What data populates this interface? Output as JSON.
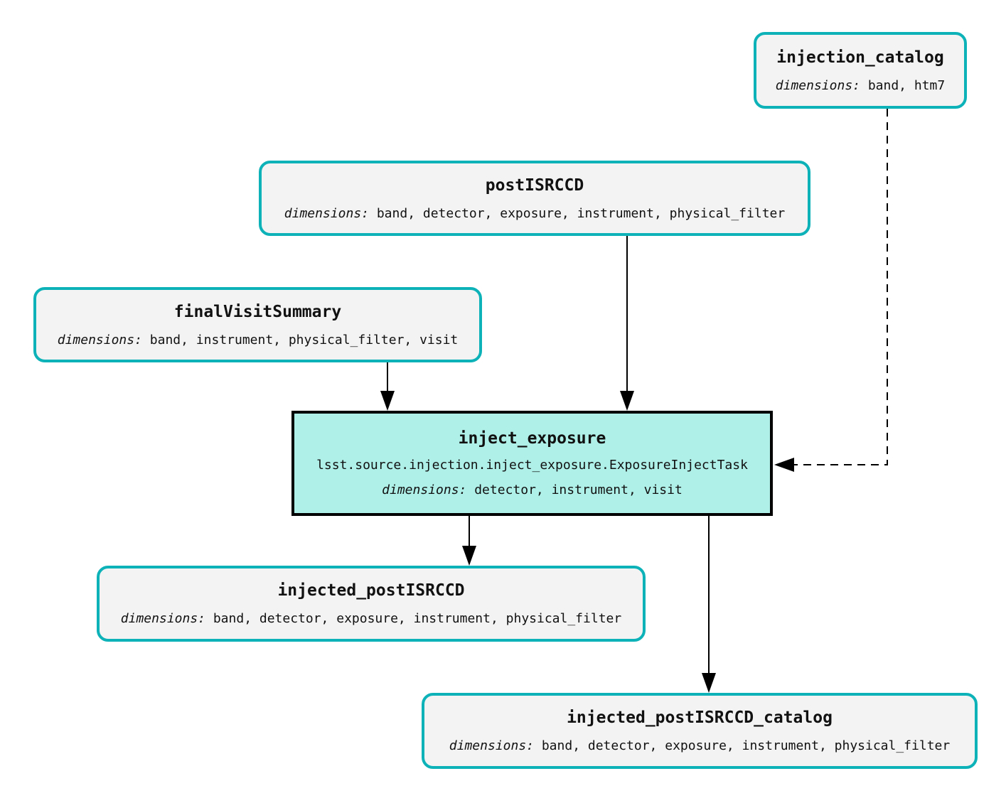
{
  "colors": {
    "dataset_border": "#0cb2b8",
    "dataset_fill": "#f3f3f3",
    "task_fill": "#aff0e9",
    "task_border": "#000000",
    "edge": "#000000",
    "background": "#ffffff"
  },
  "nodes": {
    "injection_catalog": {
      "title": "injection_catalog",
      "dims_label": "dimensions: ",
      "dims": "band, htm7"
    },
    "postISRCCD": {
      "title": "postISRCCD",
      "dims_label": "dimensions: ",
      "dims": "band, detector, exposure, instrument, physical_filter"
    },
    "finalVisitSummary": {
      "title": "finalVisitSummary",
      "dims_label": "dimensions: ",
      "dims": "band, instrument, physical_filter, visit"
    },
    "inject_exposure": {
      "title": "inject_exposure",
      "task_class": "lsst.source.injection.inject_exposure.ExposureInjectTask",
      "dims_label": "dimensions: ",
      "dims": "detector, instrument, visit"
    },
    "injected_postISRCCD": {
      "title": "injected_postISRCCD",
      "dims_label": "dimensions: ",
      "dims": "band, detector, exposure, instrument, physical_filter"
    },
    "injected_postISRCCD_catalog": {
      "title": "injected_postISRCCD_catalog",
      "dims_label": "dimensions: ",
      "dims": "band, detector, exposure, instrument, physical_filter"
    }
  },
  "edges": [
    {
      "from": "postISRCCD",
      "to": "inject_exposure",
      "style": "solid"
    },
    {
      "from": "finalVisitSummary",
      "to": "inject_exposure",
      "style": "solid"
    },
    {
      "from": "injection_catalog",
      "to": "inject_exposure",
      "style": "dashed"
    },
    {
      "from": "inject_exposure",
      "to": "injected_postISRCCD",
      "style": "solid"
    },
    {
      "from": "inject_exposure",
      "to": "injected_postISRCCD_catalog",
      "style": "solid"
    }
  ]
}
